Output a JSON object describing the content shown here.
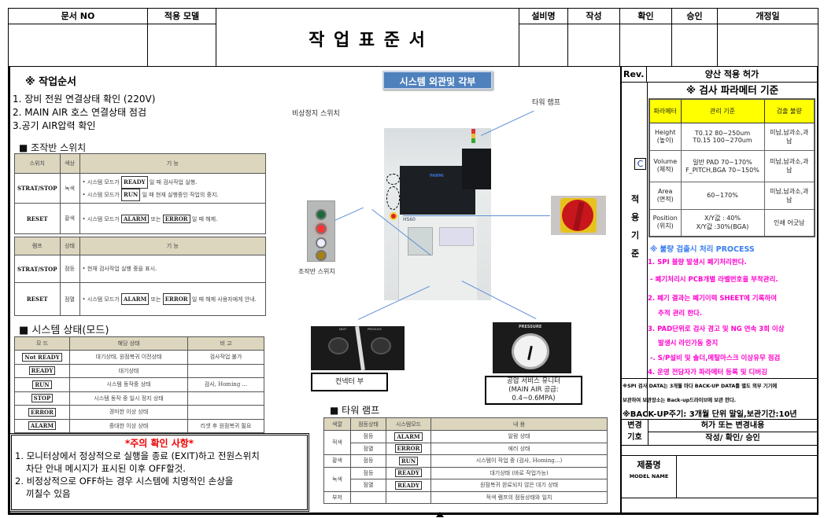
{
  "header": {
    "doc_no": "문서 NO",
    "model": "적용 모델",
    "title": "작 업 표 준 서",
    "equipment": "설비명",
    "author": "작성",
    "check": "확인",
    "approve": "승인",
    "rev_date": "개정일"
  },
  "procedure": {
    "title": "※ 작업순서",
    "steps": [
      "1. 장비 전원 연결상태 확인 (220V)",
      "2. MAIN AIR 호스 연결상태 점검",
      "3.공기 AIR압력 확인"
    ]
  },
  "switch_section": {
    "title": "■ 조작반 스위치",
    "headers": [
      "스위치",
      "색상",
      "기 능"
    ],
    "rows": [
      {
        "name": "STRAT/STOP",
        "color": "녹색",
        "f1a": "• 시스템 모드가",
        "f1b": "READY",
        "f1c": "일 때 검사작업 실행.",
        "f2a": "• 시스템 모드가",
        "f2b": "RUN",
        "f2c": "일 때 현재 실행중인 작업의 중지."
      },
      {
        "name": "RESET",
        "color": "황색",
        "fa": "• 시스템 모드가",
        "fb": "ALARM",
        "fc": "또는",
        "fd": "ERROR",
        "fe": "일 때 해제."
      }
    ]
  },
  "lamp_table": {
    "headers": [
      "램프",
      "상태",
      "기 능"
    ],
    "rows": [
      {
        "name": "STRAT/STOP",
        "state": "점등",
        "func": "• 현재 검사작업 실행 중을 표시."
      },
      {
        "name": "RESET",
        "state": "점멸",
        "fa": "• 시스템 모드가",
        "fb": "ALARM",
        "fc": "또는",
        "fd": "ERROR",
        "fe": "일 때 해제 사용자에게 안내."
      }
    ]
  },
  "mode_section": {
    "title": "■ 시스템 상태(모드)",
    "headers": [
      "모 드",
      "해당 상태",
      "비 고"
    ],
    "rows": [
      [
        "Not READY",
        "대기상태, 원점복귀 이전상태",
        "검사작업 불가"
      ],
      [
        "READY",
        "대기상태",
        ""
      ],
      [
        "RUN",
        "시스템 동작중 상태",
        "검사, Homing ..."
      ],
      [
        "STOP",
        "시스템 동작 중 일시 정지 상태",
        ""
      ],
      [
        "ERROR",
        "경미한 이상 상태",
        ""
      ],
      [
        "ALARM",
        "중대한 이상 상태",
        "리셋 후 원점복귀 필요"
      ]
    ]
  },
  "notice": {
    "title": "*주의 확인 사항*",
    "lines": [
      "1. 모니터상에서 정상적으로 실행을 종료 (EXIT)하고 전원스위치",
      "차단 안내 메시지가 표시된 이후 OFF할것.",
      "2. 비정상적으로 OFF하는 경우 시스템에 치명적인 손상을",
      "끼칠수 있음"
    ]
  },
  "system": {
    "title": "시스템 외관및 각부",
    "emergency": "비상정지 스위치",
    "tower": "타워 램프",
    "panel": "조작반 스위치",
    "connector": "컨넥터 부",
    "air_unit": "공압 서비스 유니터",
    "air_note": "(MAIN AIR 공급:",
    "air_range": "0.4~0.6MPA)",
    "brand": "PARMI",
    "model": "HS60",
    "pressure": "PRESSURE",
    "next": "NEXT",
    "previous": "PREVIOUS"
  },
  "tower_section": {
    "title": "■ 타워 램프",
    "headers": [
      "색깔",
      "점등상태",
      "시스템모드",
      "내 용"
    ],
    "rows": [
      [
        "적색",
        "점등",
        "ALARM",
        "알람 상태"
      ],
      [
        "",
        "점멸",
        "ERROR",
        "에러 상태"
      ],
      [
        "황색",
        "점등",
        "RUN",
        "시스템이 작업 중 (검사, Homing...)"
      ],
      [
        "녹색",
        "점등",
        "READY",
        "대기상태 (바로 작업가능)"
      ],
      [
        "",
        "점멸",
        "READY",
        "원점복귀 완료되지 않은 대기 상태"
      ],
      [
        "부저",
        "",
        "",
        "적색 램프의 점등상태와 일치"
      ]
    ]
  },
  "right": {
    "rev": "Rev.",
    "approval": "양산 적용 허가",
    "param_title": "※ 검사 파라메터 기준",
    "side_label": [
      "적",
      "용",
      "기",
      "준"
    ],
    "c_mark": "C",
    "param_headers": [
      "파라메터",
      "관리 기준",
      "검출 불량"
    ],
    "params": [
      {
        "name": "Height",
        "kr": "(높이)",
        "s1": "T0.12  80~250um",
        "s2": "T0.15 100~270um",
        "defect": "미납,납과소,과납"
      },
      {
        "name": "Volume",
        "kr": "(체적)",
        "s1": "일반 PAD 70~170%",
        "s2": "F_PITCH,BGA 70~150%",
        "defect": "미납,납과소,과납"
      },
      {
        "name": "Area",
        "kr": "(면적)",
        "s1": "60~170%",
        "s2": "",
        "defect": "미납,납과소,과납"
      },
      {
        "name": "Position",
        "kr": "(위치)",
        "s1": "X/Y값 : 40%",
        "s2": "X/Y값 :30%(BGA)",
        "defect": "인쇄 어긋남"
      }
    ],
    "process_title": "※ 불량 검출시 처리 PROCESS",
    "process": [
      "1. SPI 불량 발생시 폐기처리한다.",
      "- 폐기처리시 PCB개별 라벨번호을 부착관리.",
      "2. 폐기 결과는 폐기이력 SHEET에 기록하여",
      "추적 관리 한다.",
      "3. PAD단위로 검사 경고 및 NG 연속 3회 이상",
      "발생시 라인가동 중지",
      "-. S/P설비 및 솔더,메탈마스크 이상유무 점검",
      "4. 운영 전담자가 파라메터 등록 및 디버깅"
    ],
    "backup1": "※SPI 검사 DATA는 3개월 마다 BACK-UP DATA를 별도 외부 기기에",
    "backup2": "보관하여 보관장소는 Back-up드라이브에 보관 한다.",
    "backup3": "※BACK-UP주기: 3개월 단위 말일,보관기간:10년",
    "change1": "변경",
    "change2": "기호",
    "change_content": "허가 또는 변경내용",
    "sign": "작성/  확인/  승인",
    "product": "제품명",
    "model_name": "MODEL NAME"
  }
}
